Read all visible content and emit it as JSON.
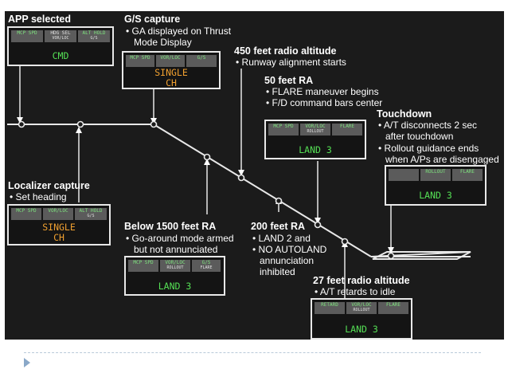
{
  "captions": {
    "app": {
      "title": "APP selected",
      "lines": []
    },
    "gs": {
      "title": "G/S capture",
      "lines": [
        "• GA displayed on Thrust",
        "Mode Display"
      ]
    },
    "ra450": {
      "title": "450 feet radio altitude",
      "lines": [
        "• Runway alignment starts"
      ]
    },
    "ra50": {
      "title": "50 feet RA",
      "lines": [
        "• FLARE maneuver begins",
        "• F/D command bars center"
      ]
    },
    "touchdown": {
      "title": "Touchdown",
      "lines": [
        "• A/T disconnects 2 sec",
        "after touchdown",
        "• Rollout guidance ends",
        "when A/Ps are disengaged"
      ]
    },
    "loc": {
      "title": "Localizer capture",
      "lines": [
        "• Set heading"
      ]
    },
    "ra1500": {
      "title": "Below 1500 feet RA",
      "lines": [
        "• Go-around mode armed",
        "but not annunciated"
      ]
    },
    "ra200": {
      "title": "200 feet RA",
      "lines": [
        "• LAND 2 and",
        "• NO AUTOLAND",
        "annunciation",
        "inhibited"
      ]
    },
    "ra27": {
      "title": "27 feet radio altitude",
      "lines": [
        "• A/T retards to idle"
      ]
    }
  },
  "fma": {
    "app": {
      "cells": [
        {
          "main": "MCP SPD",
          "sub": ""
        },
        {
          "main": "HDG SEL",
          "sub": "VOR/LOC",
          "white": true
        },
        {
          "main": "ALT HOLD",
          "sub": "G/S"
        }
      ],
      "big": "CMD",
      "big_color": "green"
    },
    "gs": {
      "cells": [
        {
          "main": "MCP SPD",
          "sub": ""
        },
        {
          "main": "VOR/LOC",
          "sub": ""
        },
        {
          "main": "G/S",
          "sub": ""
        }
      ],
      "big": "SINGLE\nCH",
      "big_color": "amber"
    },
    "loc": {
      "cells": [
        {
          "main": "MCP SPD",
          "sub": ""
        },
        {
          "main": "VOR/LOC",
          "sub": ""
        },
        {
          "main": "ALT HOLD",
          "sub": "G/S"
        }
      ],
      "big": "SINGLE\nCH",
      "big_color": "amber"
    },
    "ra50": {
      "cells": [
        {
          "main": "MCP SPD",
          "sub": ""
        },
        {
          "main": "VOR/LOC",
          "sub": "ROLLOUT"
        },
        {
          "main": "FLARE",
          "sub": ""
        }
      ],
      "big": "LAND 3",
      "big_color": "green"
    },
    "touchdown": {
      "cells": [
        {
          "main": "",
          "sub": ""
        },
        {
          "main": "ROLLOUT",
          "sub": ""
        },
        {
          "main": "FLARE",
          "sub": ""
        }
      ],
      "big": "LAND 3",
      "big_color": "green"
    },
    "ra1500": {
      "cells": [
        {
          "main": "MCP SPD",
          "sub": ""
        },
        {
          "main": "VOR/LOC",
          "sub": "ROLLOUT"
        },
        {
          "main": "G/S",
          "sub": "FLARE"
        }
      ],
      "big": "LAND 3",
      "big_color": "green"
    },
    "ra27": {
      "cells": [
        {
          "main": "RETARD",
          "sub": ""
        },
        {
          "main": "VOR/LOC",
          "sub": "ROLLOUT"
        },
        {
          "main": "FLARE",
          "sub": ""
        }
      ],
      "big": "LAND 3",
      "big_color": "green"
    }
  },
  "colors": {
    "panel_bg": "#1b1b1b",
    "line": "#e8e8e8",
    "green": "#55e055",
    "amber": "#f0a030",
    "cell": "#5b5b5b"
  }
}
